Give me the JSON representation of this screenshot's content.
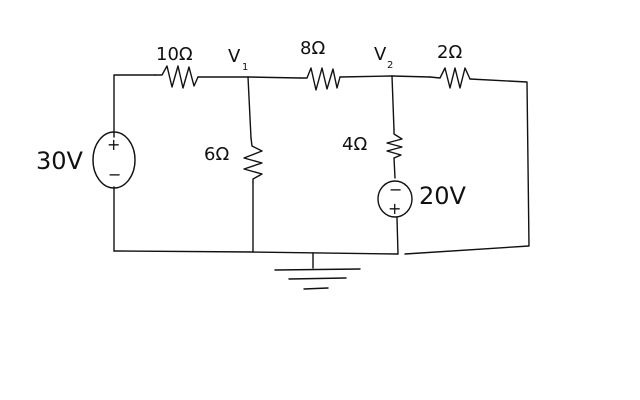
{
  "labels": {
    "r1": "10Ω",
    "r2": "8Ω",
    "r3": "2Ω",
    "r4": "6Ω",
    "r5": "4Ω",
    "v_source_left": "30V",
    "v_source_right": "20V",
    "node1": "V",
    "node1_sub": "1",
    "node2": "V",
    "node2_sub": "2",
    "left_source_top_sign": "+",
    "left_source_bottom_sign": "−",
    "right_source_top_sign": "−",
    "right_source_bottom_sign": "+"
  }
}
